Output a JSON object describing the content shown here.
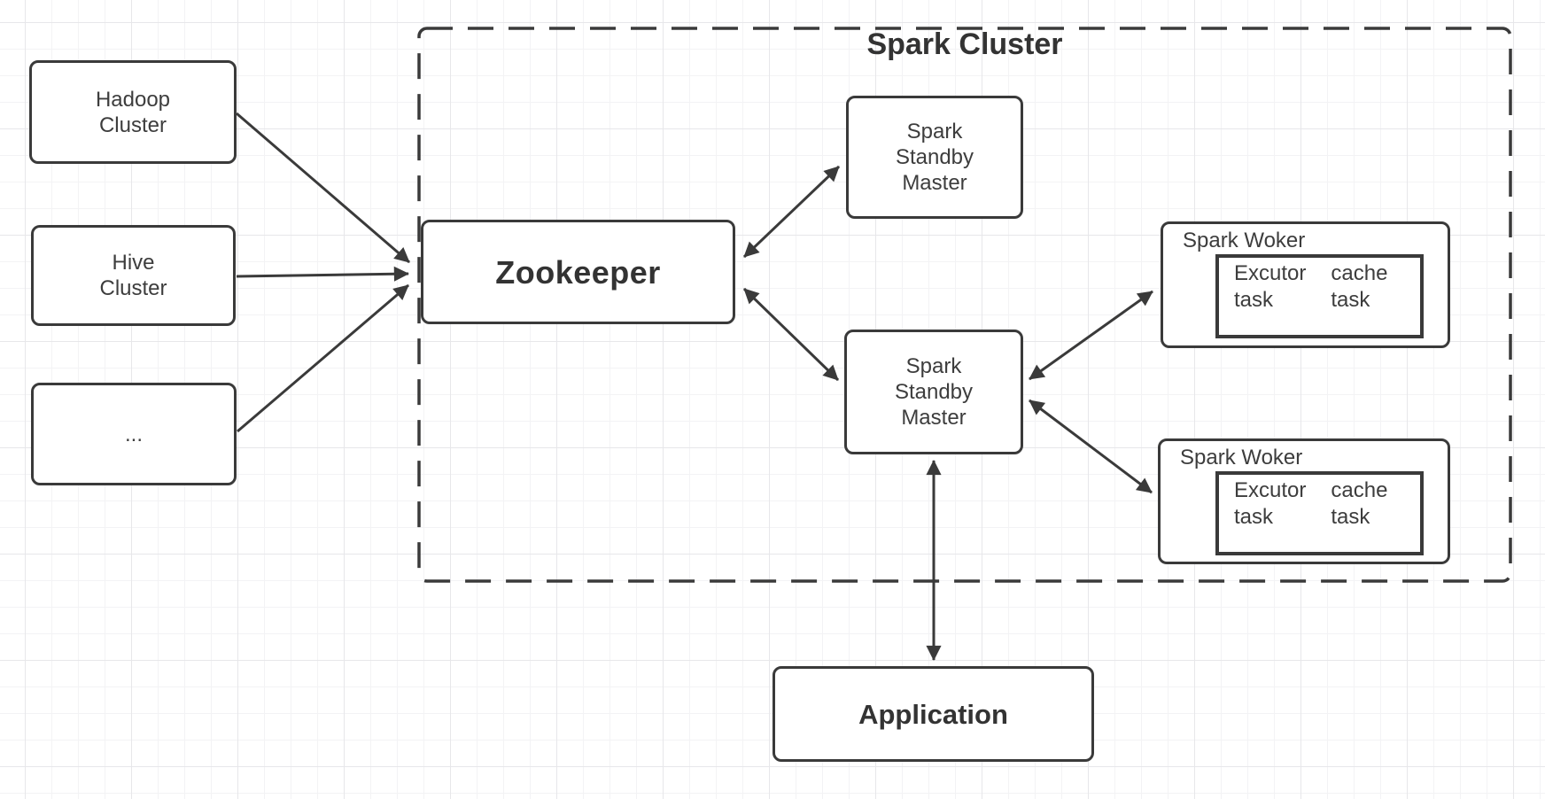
{
  "diagram": {
    "container": {
      "title": "Spark Cluster"
    },
    "nodes": {
      "hadoop": {
        "label": "Hadoop\nCluster"
      },
      "hive": {
        "label": "Hive\nCluster"
      },
      "ellipsis": {
        "label": "..."
      },
      "zookeeper": {
        "label": "Zookeeper"
      },
      "standby_master_top": {
        "label": "Spark\nStandby\nMaster"
      },
      "standby_master_bottom": {
        "label": "Spark\nStandby\nMaster"
      },
      "worker_top": {
        "label": "Spark Woker",
        "executor_col1": "Excutor\ntask",
        "executor_col2": "cache\ntask"
      },
      "worker_bottom": {
        "label": "Spark Woker",
        "executor_col1": "Excutor\ntask",
        "executor_col2": "cache\ntask"
      },
      "application": {
        "label": "Application"
      }
    },
    "edges": [
      {
        "from": "hadoop",
        "to": "zookeeper",
        "arrows": "end"
      },
      {
        "from": "hive",
        "to": "zookeeper",
        "arrows": "end"
      },
      {
        "from": "ellipsis",
        "to": "zookeeper",
        "arrows": "end"
      },
      {
        "from": "zookeeper",
        "to": "standby_master_top",
        "arrows": "both"
      },
      {
        "from": "zookeeper",
        "to": "standby_master_bottom",
        "arrows": "both"
      },
      {
        "from": "standby_master_bottom",
        "to": "worker_top",
        "arrows": "both"
      },
      {
        "from": "standby_master_bottom",
        "to": "worker_bottom",
        "arrows": "both"
      },
      {
        "from": "standby_master_bottom",
        "to": "application",
        "arrows": "both"
      }
    ],
    "colors": {
      "stroke": "#3a3a3a",
      "node_fill": "#ffffff",
      "grid_minor": "#f3f3f5",
      "grid_major": "#e7e7ea",
      "background": "#ffffff"
    }
  }
}
